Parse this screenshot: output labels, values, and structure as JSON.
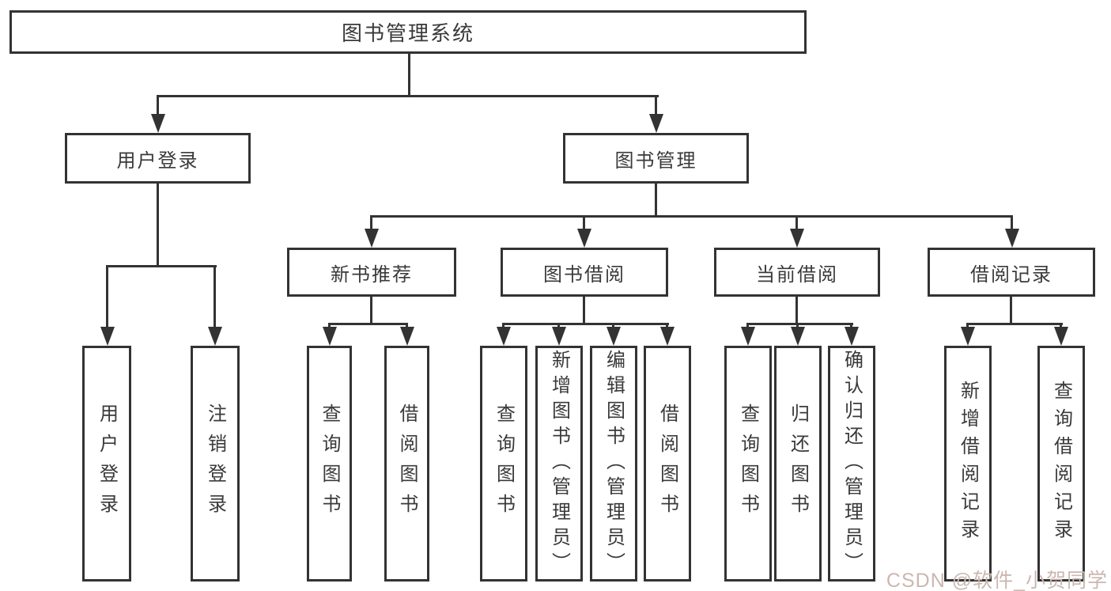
{
  "diagram": {
    "root": {
      "label": "图书管理系统"
    },
    "level2": {
      "user_login": {
        "label": "用户登录"
      },
      "book_mgmt": {
        "label": "图书管理"
      }
    },
    "level3": {
      "new_book_rec": {
        "label": "新书推荐"
      },
      "book_borrow": {
        "label": "图书借阅"
      },
      "current_borrow": {
        "label": "当前借阅"
      },
      "borrow_record": {
        "label": "借阅记录"
      }
    },
    "leaves": {
      "user_login_leaf": {
        "label": "用户登录"
      },
      "logout": {
        "label": "注销登录"
      },
      "rec_query_book": {
        "label": "查询图书"
      },
      "rec_borrow_book": {
        "label": "借阅图书"
      },
      "bb_query_book": {
        "label": "查询图书"
      },
      "bb_add_book": {
        "label": "新增图书（管理员）"
      },
      "bb_edit_book": {
        "label": "编辑图书（管理员）"
      },
      "bb_borrow_book": {
        "label": "借阅图书"
      },
      "cb_query_book": {
        "label": "查询图书"
      },
      "cb_return_book": {
        "label": "归还图书"
      },
      "cb_confirm_return": {
        "label": "确认归还（管理员）"
      },
      "br_add_record": {
        "label": "新增借阅记录"
      },
      "br_query_record": {
        "label": "查询借阅记录"
      }
    }
  },
  "watermark": {
    "text": "CSDN @软件_小贺同学",
    "color": "#ccb7b0"
  },
  "colors": {
    "line": "#333333",
    "text": "#3a3a3a",
    "background": "#ffffff"
  }
}
